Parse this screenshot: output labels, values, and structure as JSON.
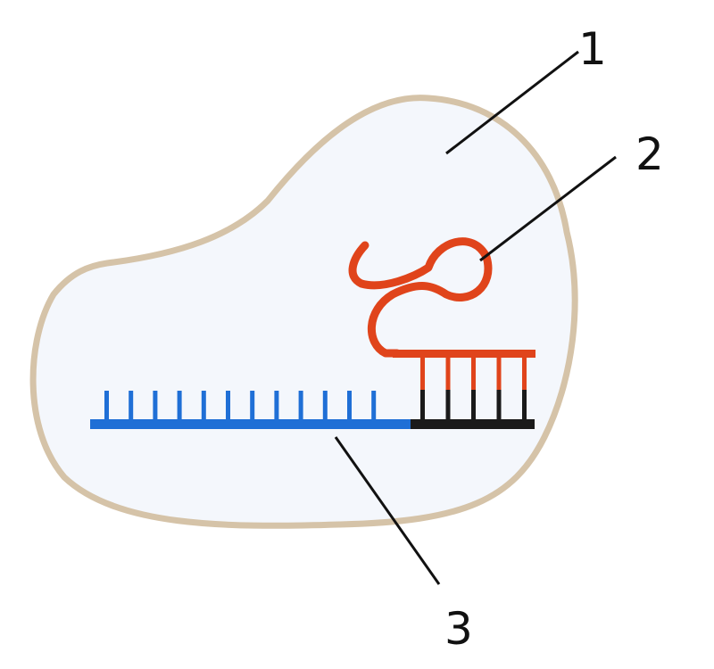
{
  "diagram": {
    "callouts": [
      {
        "id": "1",
        "label": "1"
      },
      {
        "id": "2",
        "label": "2"
      },
      {
        "id": "3",
        "label": "3"
      }
    ],
    "colors": {
      "cell_fill": "#f4f7fc",
      "cell_outline": "#d5c3a8",
      "rna_strand": "#e0441b",
      "dna_strand": "#1f6fd6",
      "paired_dna": "#1a1a1a",
      "leader_line": "#111111"
    },
    "parts": {
      "dna_unpaired_teeth": 12,
      "paired_teeth": 5
    }
  }
}
